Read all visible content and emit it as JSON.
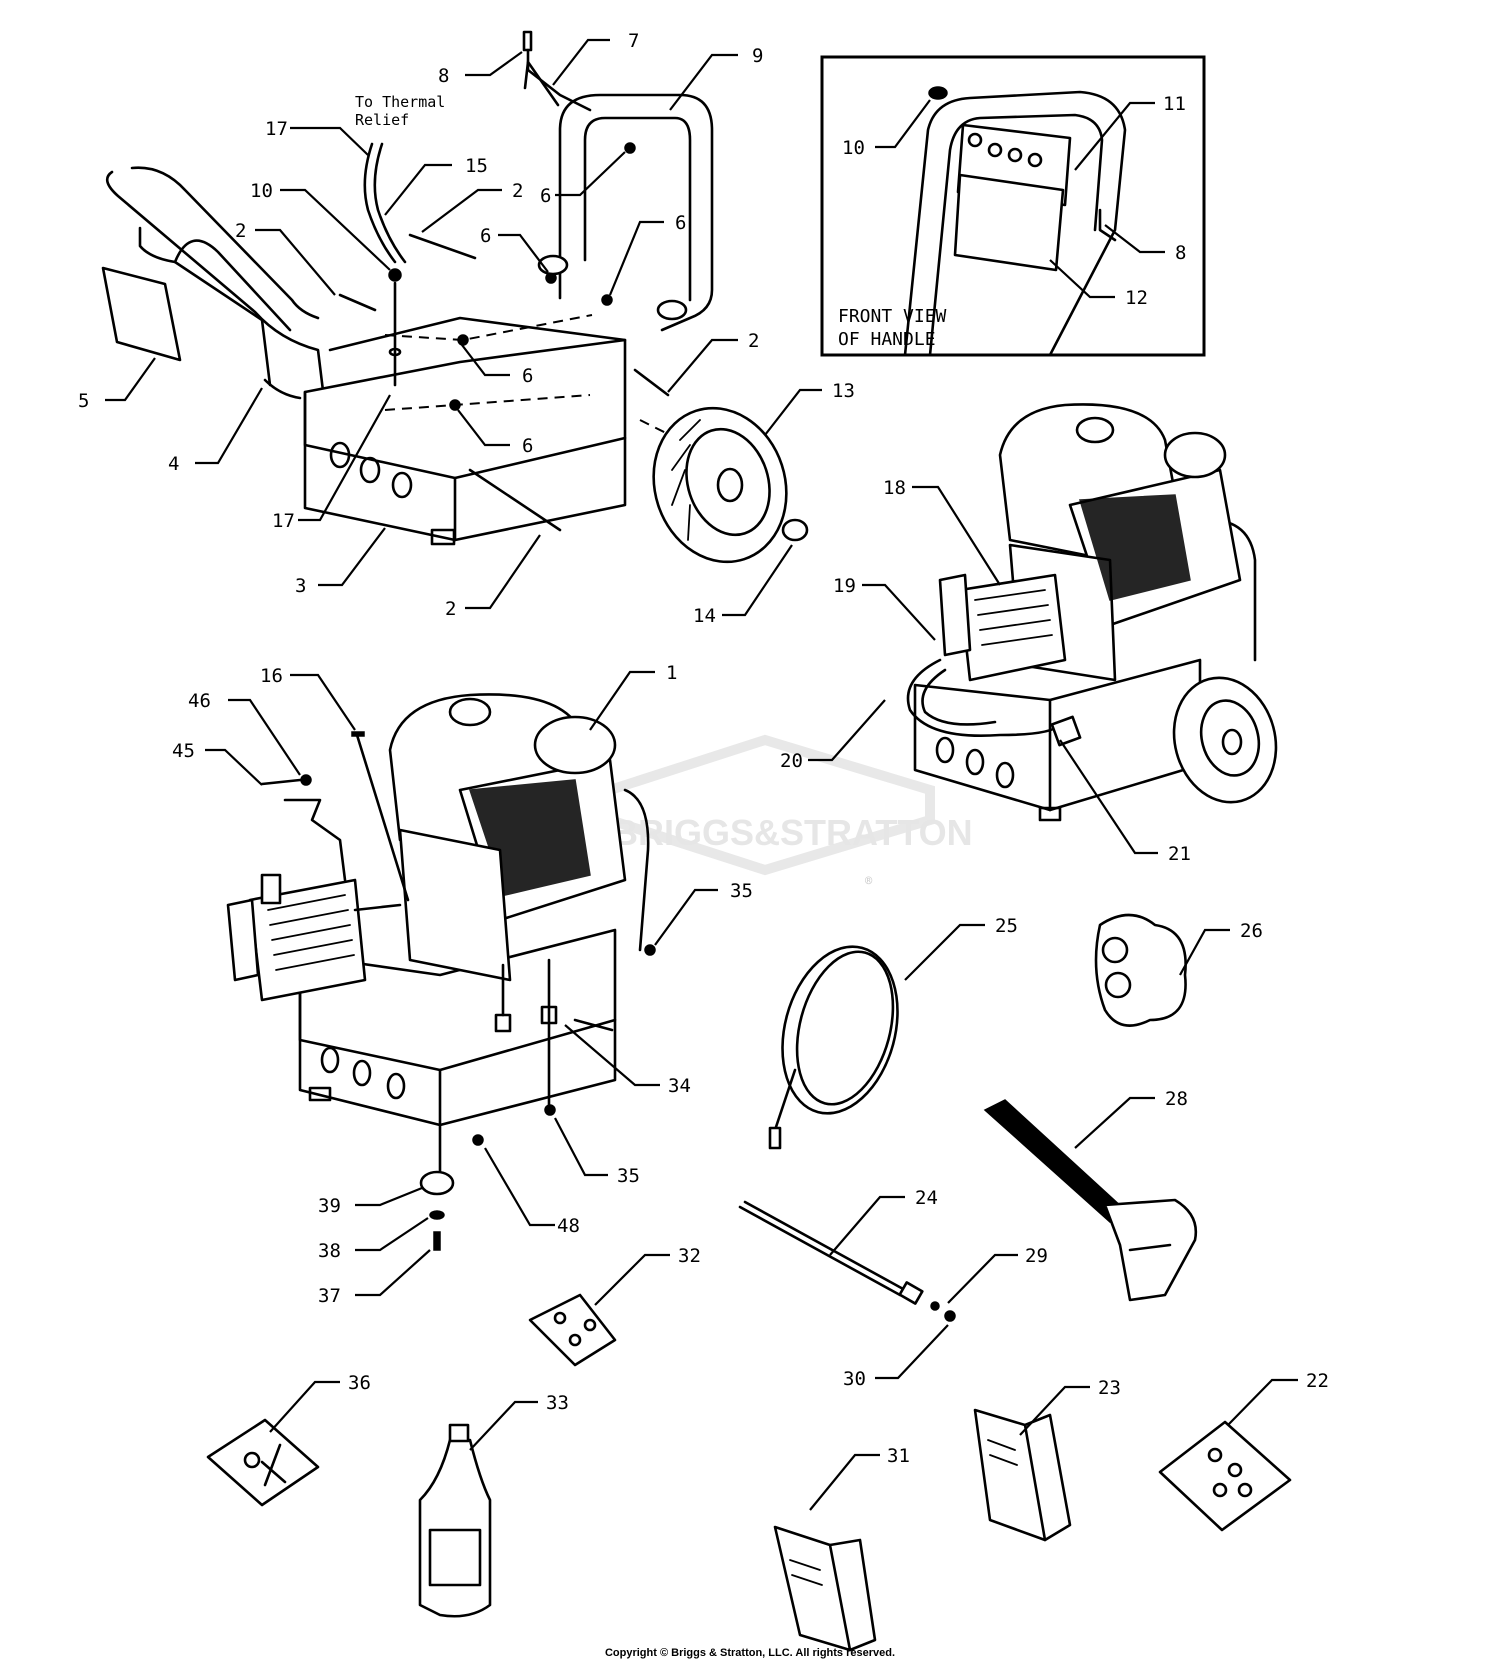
{
  "labels": {
    "to_thermal_relief_line1": "To Thermal",
    "to_thermal_relief_line2": "Relief",
    "front_view_line1": "FRONT VIEW",
    "front_view_line2": "OF HANDLE",
    "watermark": "BRIGGS&STRATTON",
    "watermark_mark": "®"
  },
  "part_numbers": {
    "p1": "1",
    "p2": "2",
    "p3": "3",
    "p4": "4",
    "p5": "5",
    "p6": "6",
    "p7": "7",
    "p8": "8",
    "p9": "9",
    "p10": "10",
    "p11": "11",
    "p12": "12",
    "p13": "13",
    "p14": "14",
    "p15": "15",
    "p16": "16",
    "p17": "17",
    "p18": "18",
    "p19": "19",
    "p20": "20",
    "p21": "21",
    "p22": "22",
    "p23": "23",
    "p24": "24",
    "p25": "25",
    "p26": "26",
    "p28": "28",
    "p29": "29",
    "p30": "30",
    "p31": "31",
    "p32": "32",
    "p33": "33",
    "p34": "34",
    "p35": "35",
    "p36": "36",
    "p37": "37",
    "p38": "38",
    "p39": "39",
    "p45": "45",
    "p46": "46",
    "p48": "48"
  },
  "copyright": "Copyright © Briggs & Stratton, LLC. All rights reserved."
}
